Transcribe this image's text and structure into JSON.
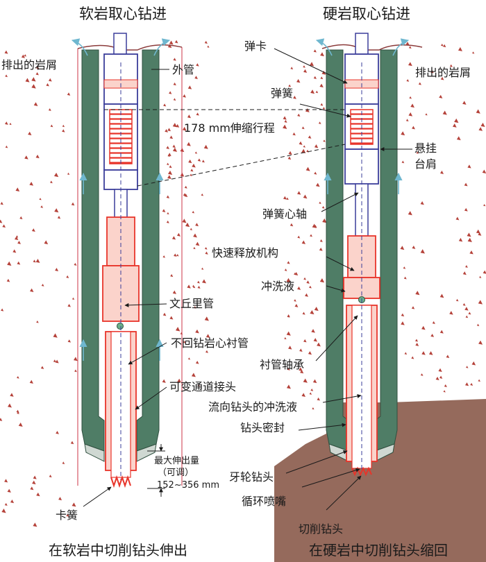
{
  "titles": {
    "left": "软岩取心钻进",
    "right": "硬岩取心钻进"
  },
  "captions": {
    "left": "在软岩中切削钻头伸出",
    "right": "在硬岩中切削钻头缩回"
  },
  "labels": {
    "cuttings_left": "排出的岩屑",
    "cuttings_right": "排出的岩屑",
    "outer_tube": "外管",
    "stroke": "178 mm伸缩行程",
    "latch": "弹卡",
    "spring": "弹簧",
    "hanger_shoulder_1": "悬挂",
    "hanger_shoulder_2": "台肩",
    "spring_mandrel": "弹簧心轴",
    "quick_release": "快速释放机构",
    "flush_fluid": "冲洗液",
    "venturi": "文丘里管",
    "liner": "不回钻岩心衬管",
    "liner_bearing": "衬管轴承",
    "variable_sub": "可变通道接头",
    "fluid_to_bit": "流向钻头的冲洗液",
    "bit_seal": "钻头密封",
    "max_ext_1": "最大伸出量",
    "max_ext_2": "（可调）",
    "max_ext_3": "152~356 mm",
    "roller_bit": "牙轮钻头",
    "nozzle": "循环喷嘴",
    "cutting_bit": "切削钻头",
    "core_catcher": "卡簧"
  },
  "colors": {
    "outer_tube": "#4f7d66",
    "inner_red": "#e8342a",
    "inner_fill": "#fbd3cb",
    "blue": "#3a3d9a",
    "rock": "#8a5a4a",
    "arrow": "#6fb7cf",
    "speckle": "#b5423a"
  }
}
